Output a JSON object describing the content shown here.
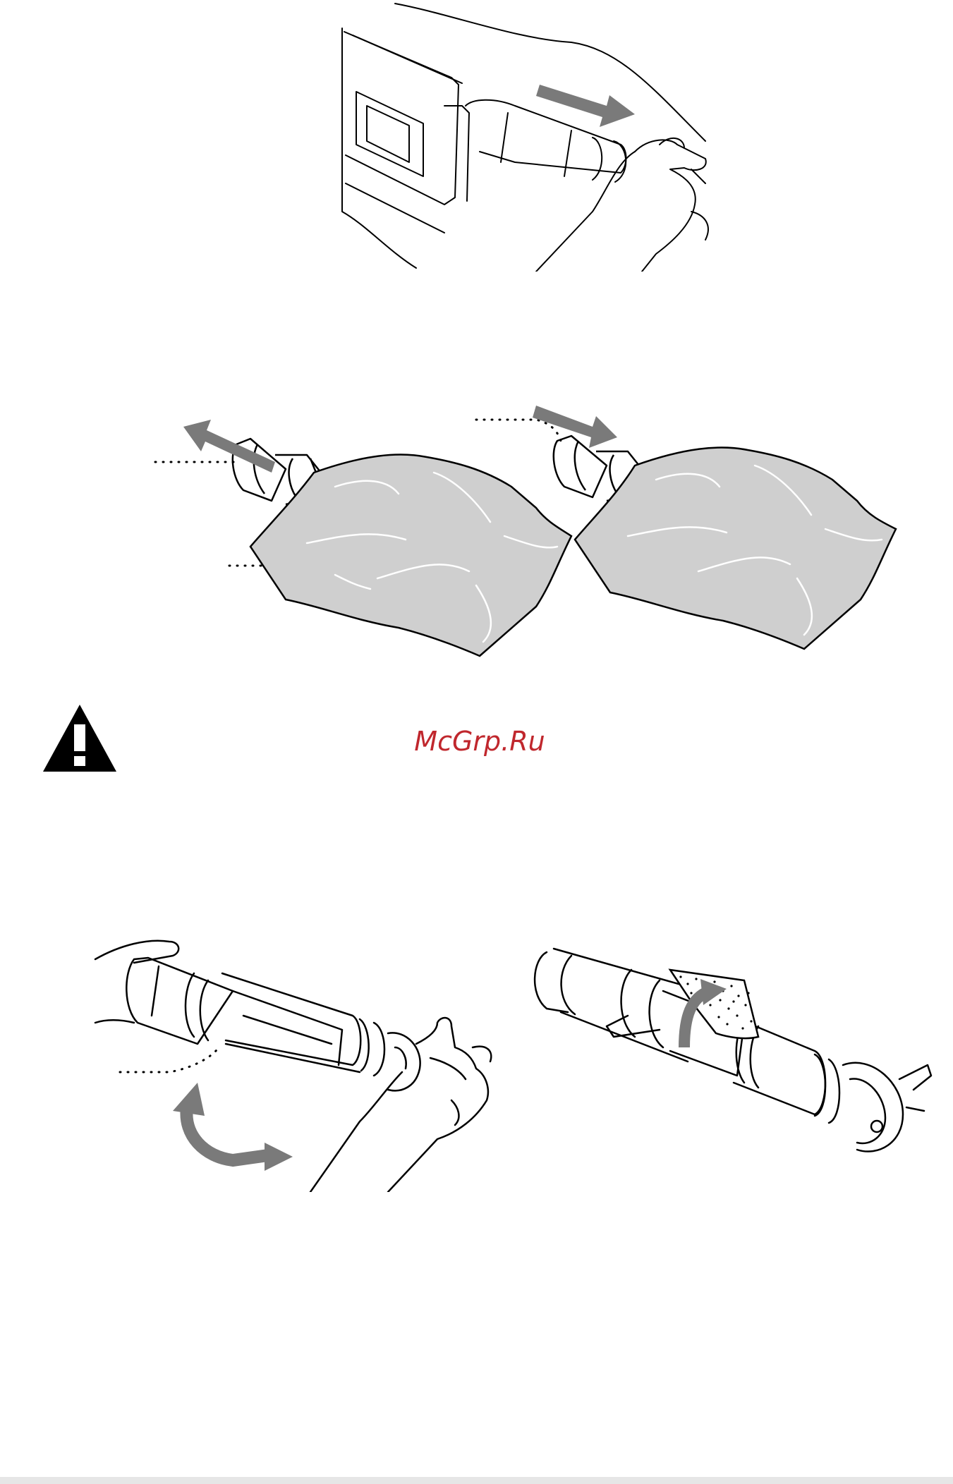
{
  "document": {
    "watermark": "McGrp.Ru",
    "colors": {
      "line": "#000000",
      "arrow": "#7a7a7a",
      "bag": "#cfcfcf",
      "watermark": "#c0272d",
      "footer": "#e6e6e6"
    },
    "illustrations": [
      {
        "name": "remove-toner-cartridge-illustration",
        "icon": "hand-pulling-cartridge"
      },
      {
        "name": "cartridge-into-bag-illustration",
        "icon": "bag-with-arrow-out"
      },
      {
        "name": "cartridge-out-of-bag-illustration",
        "icon": "bag-with-arrow-in"
      },
      {
        "name": "rock-cartridge-illustration",
        "icon": "curved-double-arrow"
      },
      {
        "name": "pull-seal-illustration",
        "icon": "seal-tape-peel"
      }
    ],
    "warning_icon": "warning-triangle-icon"
  }
}
